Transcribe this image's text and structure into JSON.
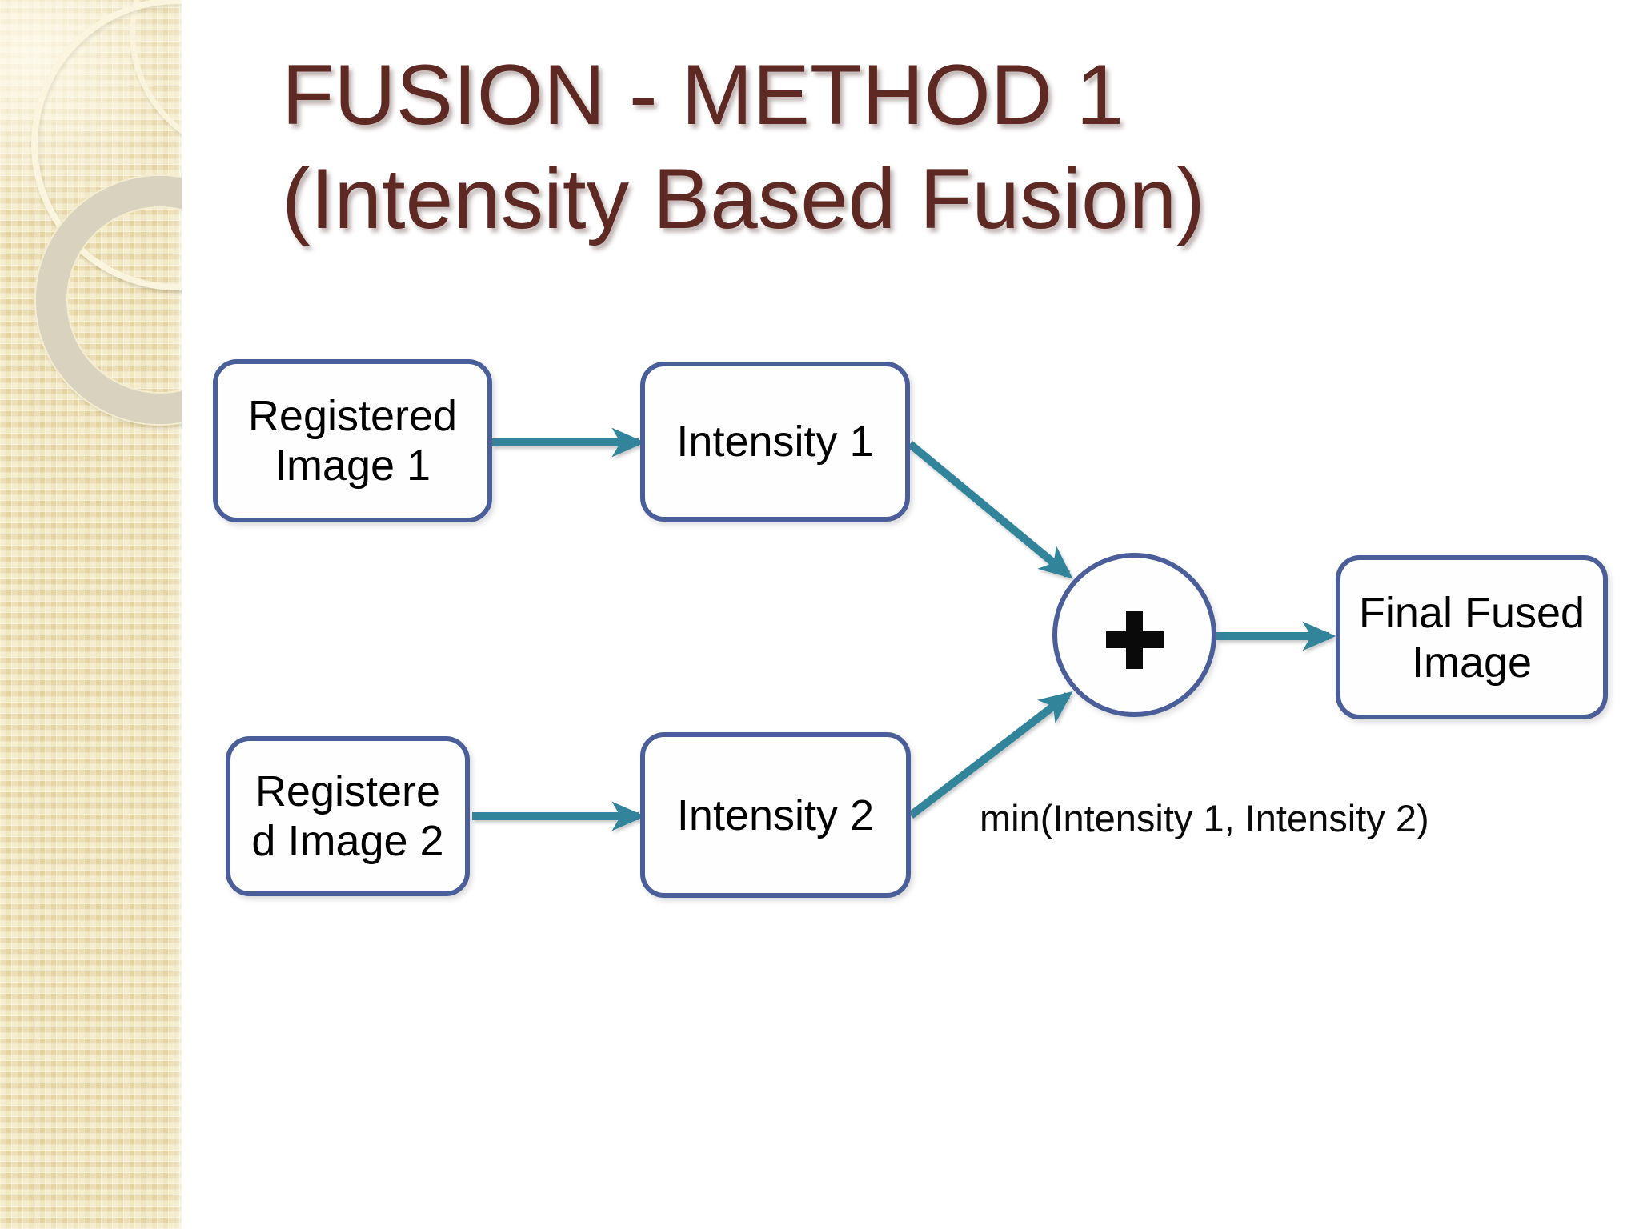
{
  "slide_title": {
    "line1": "FUSION - METHOD 1",
    "line2": "(Intensity Based Fusion)"
  },
  "diagram": {
    "nodes": {
      "registered_image_1": {
        "line1": "Registered",
        "line2": "Image 1"
      },
      "intensity_1": {
        "line1": "Intensity 1"
      },
      "registered_image_2": {
        "line1": "Registere",
        "line2": "d Image 2"
      },
      "intensity_2": {
        "line1": "Intensity 2"
      },
      "final_fused_image": {
        "line1": "Final Fused",
        "line2": "Image"
      }
    },
    "combiner_operator": "+",
    "annotation": "min(Intensity 1, Intensity 2)"
  },
  "colors": {
    "title_text": "#5E2823",
    "node_border": "#4A5E99",
    "arrow": "#31849B",
    "node_text": "#000000",
    "sidebar_base": "#ECE0B4",
    "background": "#FFFFFF"
  }
}
